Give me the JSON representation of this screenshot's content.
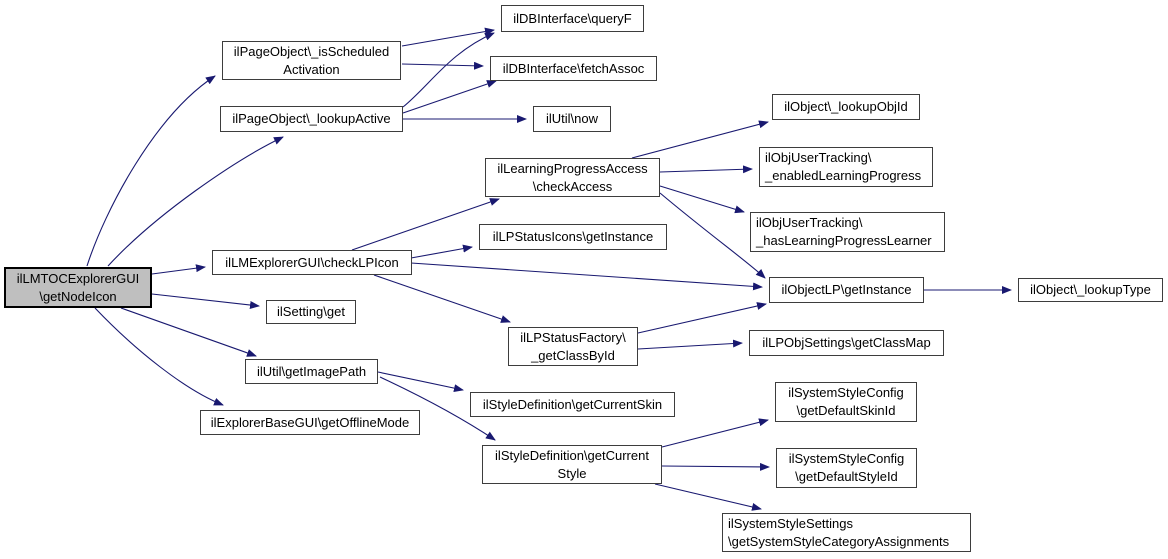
{
  "diagram": {
    "type": "call-graph",
    "colors": {
      "edge": "#191970",
      "node_border": "#3d3d3d",
      "node_fill": "#ffffff",
      "highlight_fill": "#bfbfbf",
      "text": "#000000",
      "background": "#ffffff"
    },
    "nodes": [
      {
        "id": "getNodeIcon",
        "label": "ilLMTOCExplorerGUI\n\\getNodeIcon",
        "highlighted": true
      },
      {
        "id": "isScheduledActivation",
        "label": "ilPageObject\\_isScheduled\nActivation",
        "highlighted": false
      },
      {
        "id": "lookupActive",
        "label": "ilPageObject\\_lookupActive",
        "highlighted": false
      },
      {
        "id": "queryF",
        "label": "ilDBInterface\\queryF",
        "highlighted": false
      },
      {
        "id": "fetchAssoc",
        "label": "ilDBInterface\\fetchAssoc",
        "highlighted": false
      },
      {
        "id": "now",
        "label": "ilUtil\\now",
        "highlighted": false
      },
      {
        "id": "lookupObjId",
        "label": "ilObject\\_lookupObjId",
        "highlighted": false
      },
      {
        "id": "enabledLearningProgress",
        "label": "ilObjUserTracking\\\n_enabledLearningProgress",
        "highlighted": false
      },
      {
        "id": "hasLearningProgressLearner",
        "label": "ilObjUserTracking\\\n_hasLearningProgressLearner",
        "highlighted": false
      },
      {
        "id": "checkAccess",
        "label": "ilLearningProgressAccess\n\\checkAccess",
        "highlighted": false
      },
      {
        "id": "lpStatusIcons",
        "label": "ilLPStatusIcons\\getInstance",
        "highlighted": false
      },
      {
        "id": "checkLPIcon",
        "label": "ilLMExplorerGUI\\checkLPIcon",
        "highlighted": false
      },
      {
        "id": "settingGet",
        "label": "ilSetting\\get",
        "highlighted": false
      },
      {
        "id": "getImagePath",
        "label": "ilUtil\\getImagePath",
        "highlighted": false
      },
      {
        "id": "objectLP",
        "label": "ilObjectLP\\getInstance",
        "highlighted": false
      },
      {
        "id": "lookupType",
        "label": "ilObject\\_lookupType",
        "highlighted": false
      },
      {
        "id": "getClassMap",
        "label": "ilLPObjSettings\\getClassMap",
        "highlighted": false
      },
      {
        "id": "getClassById",
        "label": "ilLPStatusFactory\\\n_getClassById",
        "highlighted": false
      },
      {
        "id": "getCurrentSkin",
        "label": "ilStyleDefinition\\getCurrentSkin",
        "highlighted": false
      },
      {
        "id": "getOfflineMode",
        "label": "ilExplorerBaseGUI\\getOfflineMode",
        "highlighted": false
      },
      {
        "id": "getCurrentStyle",
        "label": "ilStyleDefinition\\getCurrent\nStyle",
        "highlighted": false
      },
      {
        "id": "getDefaultSkinId",
        "label": "ilSystemStyleConfig\n\\getDefaultSkinId",
        "highlighted": false
      },
      {
        "id": "getDefaultStyleId",
        "label": "ilSystemStyleConfig\n\\getDefaultStyleId",
        "highlighted": false
      },
      {
        "id": "categoryAssignments",
        "label": "ilSystemStyleSettings\n\\getSystemStyleCategoryAssignments",
        "highlighted": false
      }
    ],
    "edges": [
      {
        "from": "getNodeIcon",
        "to": "isScheduledActivation"
      },
      {
        "from": "getNodeIcon",
        "to": "lookupActive"
      },
      {
        "from": "getNodeIcon",
        "to": "checkLPIcon"
      },
      {
        "from": "getNodeIcon",
        "to": "settingGet"
      },
      {
        "from": "getNodeIcon",
        "to": "getImagePath"
      },
      {
        "from": "getNodeIcon",
        "to": "getOfflineMode"
      },
      {
        "from": "isScheduledActivation",
        "to": "queryF"
      },
      {
        "from": "isScheduledActivation",
        "to": "fetchAssoc"
      },
      {
        "from": "lookupActive",
        "to": "queryF"
      },
      {
        "from": "lookupActive",
        "to": "fetchAssoc"
      },
      {
        "from": "lookupActive",
        "to": "now"
      },
      {
        "from": "checkLPIcon",
        "to": "checkAccess"
      },
      {
        "from": "checkLPIcon",
        "to": "lpStatusIcons"
      },
      {
        "from": "checkLPIcon",
        "to": "objectLP"
      },
      {
        "from": "checkLPIcon",
        "to": "getClassById"
      },
      {
        "from": "checkAccess",
        "to": "lookupObjId"
      },
      {
        "from": "checkAccess",
        "to": "enabledLearningProgress"
      },
      {
        "from": "checkAccess",
        "to": "hasLearningProgressLearner"
      },
      {
        "from": "checkAccess",
        "to": "objectLP"
      },
      {
        "from": "getClassById",
        "to": "objectLP"
      },
      {
        "from": "getClassById",
        "to": "getClassMap"
      },
      {
        "from": "objectLP",
        "to": "lookupType"
      },
      {
        "from": "getImagePath",
        "to": "getCurrentSkin"
      },
      {
        "from": "getImagePath",
        "to": "getCurrentStyle"
      },
      {
        "from": "getCurrentStyle",
        "to": "getDefaultSkinId"
      },
      {
        "from": "getCurrentStyle",
        "to": "getDefaultStyleId"
      },
      {
        "from": "getCurrentStyle",
        "to": "categoryAssignments"
      }
    ]
  }
}
